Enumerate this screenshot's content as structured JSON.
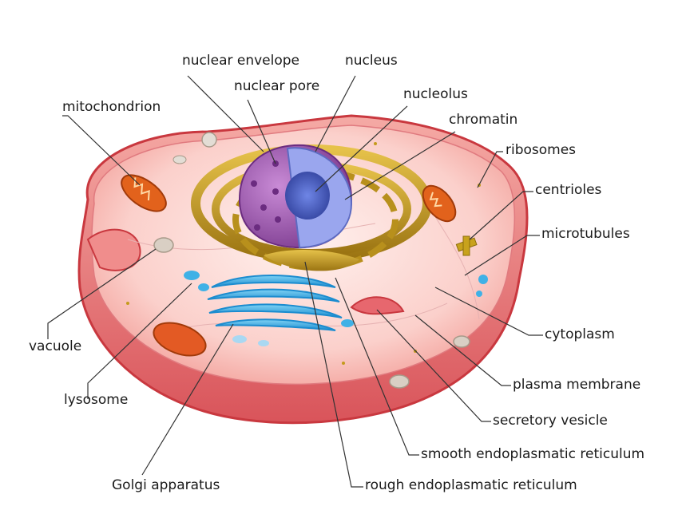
{
  "labels": {
    "nuclear_envelope": "nuclear envelope",
    "nucleus": "nucleus",
    "nuclear_pore": "nuclear pore",
    "nucleolus": "nucleolus",
    "chromatin": "chromatin",
    "mitochondrion": "mitochondrion",
    "ribosomes": "ribosomes",
    "centrioles": "centrioles",
    "microtubules": "microtubules",
    "cytoplasm": "cytoplasm",
    "plasma_membrane": "plasma membrane",
    "secretory_vesicle": "secretory vesicle",
    "smooth_er": "smooth endoplasmatic reticulum",
    "rough_er": "rough endoplasmatic reticulum",
    "golgi_apparatus": "Golgi apparatus",
    "lysosome": "lysosome",
    "vacuole": "vacuole"
  },
  "colors": {
    "cell_fill": "#f7b9b5",
    "cell_membrane": "#c9383f",
    "cytoplasm_inner": "#fde6e2",
    "nucleus_purple": "#a95cb8",
    "nucleolus_blue": "#3e4fae",
    "er_gold": "#c49a1c",
    "golgi_blue": "#2fa6e0",
    "mito_orange": "#e2621c",
    "leader_line": "#333333"
  }
}
